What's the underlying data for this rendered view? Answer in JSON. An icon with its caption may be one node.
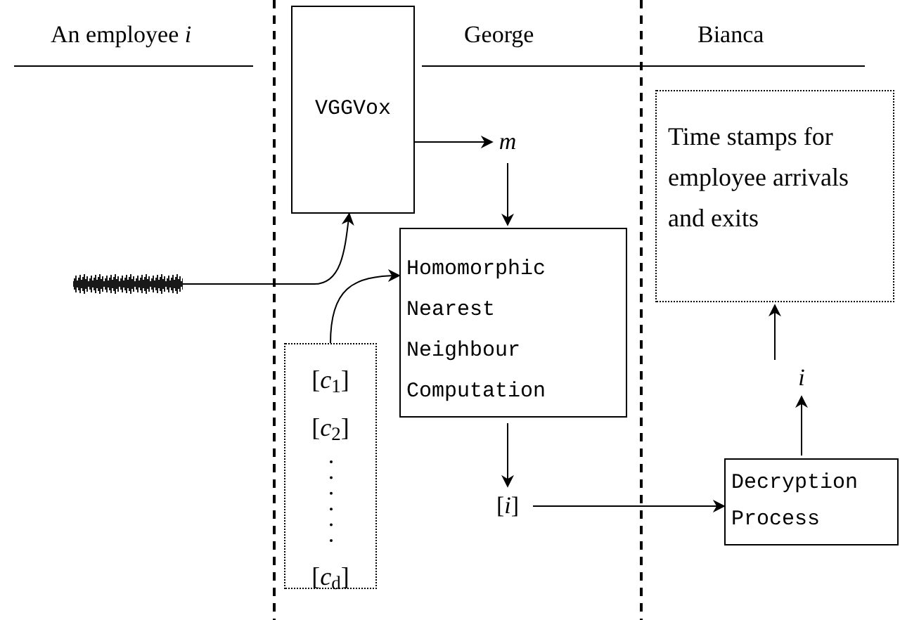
{
  "diagram": {
    "nodes": [
      {
        "text": [],
        "shape": "picture"
      },
      {
        "text": [
          "VGGVox"
        ]
      },
      {
        "text": [
          "m"
        ]
      },
      {
        "text": [
          "Homomorphic Nearest Neighbour Computation"
        ]
      },
      {
        "text": [
          "[*c*$_{1}$]",
          "[*c*$_{2}$]",
          "[*c*$_{d}$]"
        ]
      },
      {
        "text": [
          "[*i*]"
        ]
      },
      {
        "text": [
          "Decryption Process"
        ]
      },
      {
        "text": [
          "i"
        ]
      },
      {
        "text": [
          "Time stamps for employee arrivals and exits"
        ]
      }
    ],
    "edges": [
      {
        "from": 0,
        "to": 1,
        "arrow": "to"
      },
      {
        "from": 4,
        "to": 3,
        "arrow": "to"
      },
      {
        "from": 1,
        "to": 2,
        "arrow": "to"
      },
      {
        "from": 2,
        "to": 3,
        "arrow": "to"
      },
      {
        "from": 3,
        "to": 5,
        "arrow": "to"
      },
      {
        "from": 5,
        "to": 6,
        "arrow": "to"
      },
      {
        "from": 6,
        "to": 7,
        "arrow": "to"
      },
      {
        "from": 7,
        "to": 8,
        "arrow": "to"
      }
    ],
    "labels": [
      "An employee *i*",
      "George",
      "Bianca"
    ]
  }
}
